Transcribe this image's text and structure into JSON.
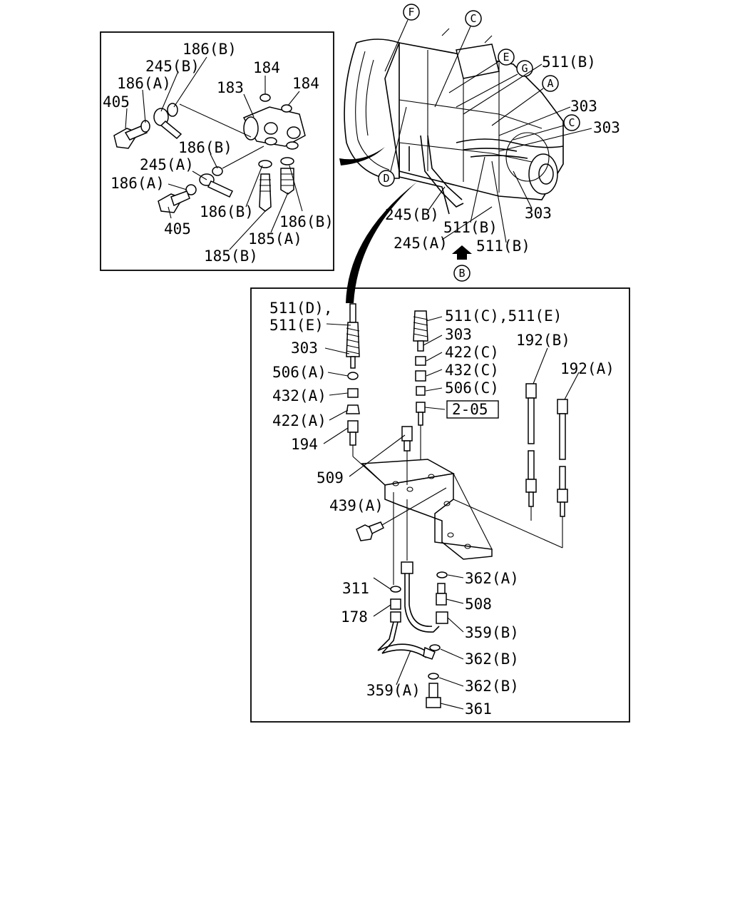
{
  "inset_top_left": {
    "labels": [
      "186(B)",
      "245(B)",
      "186(A)",
      "405",
      "183",
      "184",
      "184",
      "186(B)",
      "245(A)",
      "186(A)",
      "405",
      "186(B)",
      "186(B)",
      "185(A)",
      "185(B)"
    ]
  },
  "overview": {
    "labels": [
      "511(B)",
      "303",
      "303",
      "245(B)",
      "511(B)",
      "245(A)",
      "511(B)",
      "303"
    ],
    "circle_markers": [
      "F",
      "C",
      "E",
      "G",
      "A",
      "C",
      "D"
    ],
    "view_marker": "B"
  },
  "detail_box": {
    "labels": [
      "511(D),",
      "511(E)",
      "303",
      "506(A)",
      "432(A)",
      "422(A)",
      "194",
      "511(C),511(E)",
      "303",
      "422(C)",
      "432(C)",
      "506(C)",
      "192(B)",
      "192(A)",
      "509",
      "439(A)",
      "362(A)",
      "508",
      "311",
      "178",
      "359(B)",
      "362(B)",
      "362(B)",
      "359(A)",
      "361"
    ],
    "ref_box": "2-05"
  }
}
